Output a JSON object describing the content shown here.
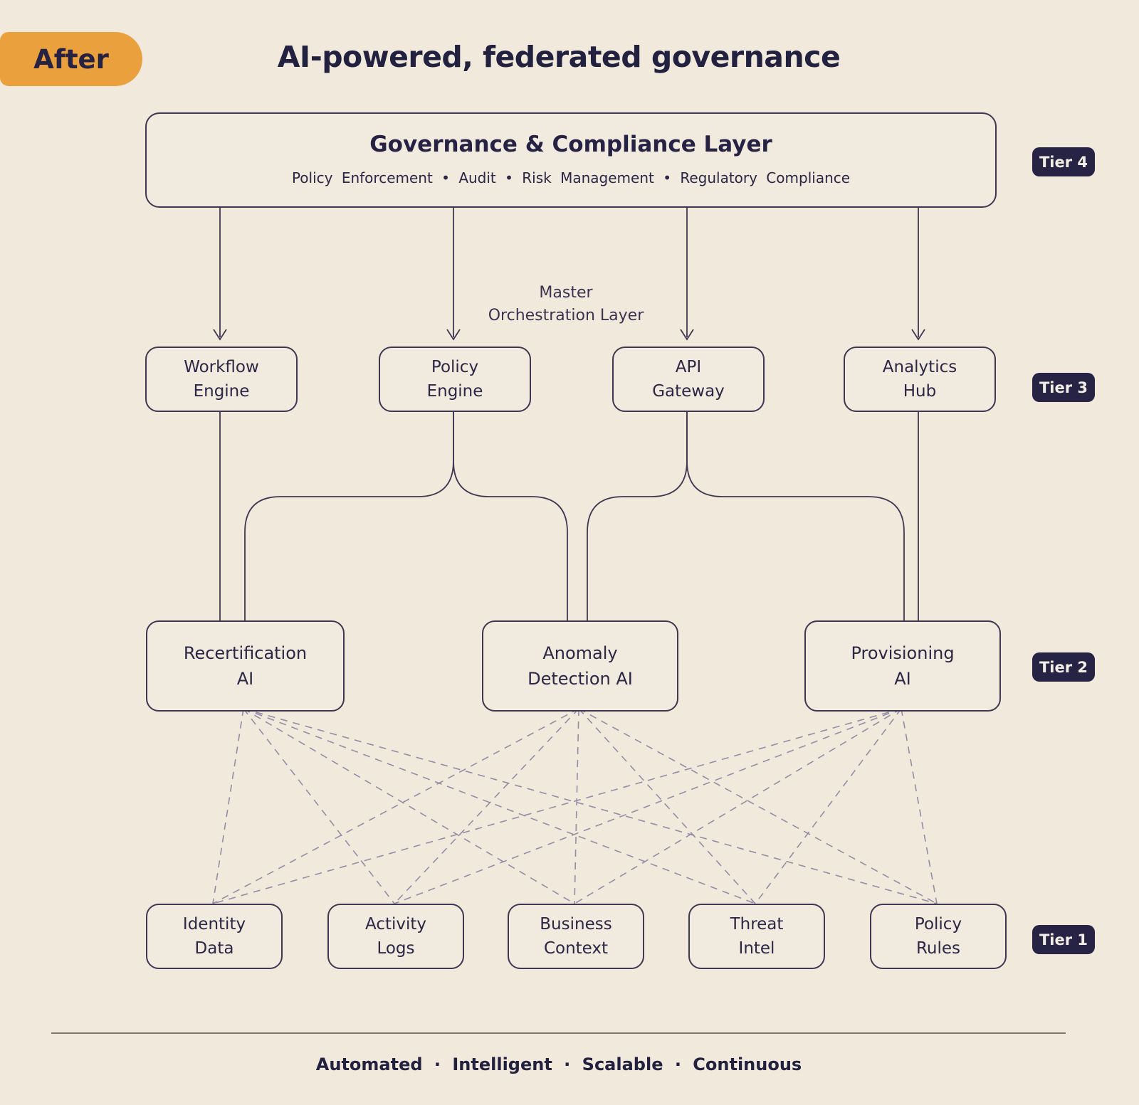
{
  "badge": {
    "label": "After"
  },
  "title": "AI-powered, federated governance",
  "tier4": {
    "badge": "Tier 4",
    "box": {
      "title": "Governance & Compliance Layer",
      "subtitle": "Policy Enforcement • Audit • Risk Management • Regulatory Compliance"
    }
  },
  "orchestration": {
    "line1": "Master",
    "line2": "Orchestration Layer"
  },
  "tier3": {
    "badge": "Tier 3",
    "boxes": [
      {
        "line1": "Workflow",
        "line2": "Engine"
      },
      {
        "line1": "Policy",
        "line2": "Engine"
      },
      {
        "line1": "API",
        "line2": "Gateway"
      },
      {
        "line1": "Analytics",
        "line2": "Hub"
      }
    ]
  },
  "tier2": {
    "badge": "Tier 2",
    "boxes": [
      {
        "line1": "Recertification",
        "line2": "AI"
      },
      {
        "line1": "Anomaly",
        "line2": "Detection AI"
      },
      {
        "line1": "Provisioning",
        "line2": "AI"
      }
    ]
  },
  "tier1": {
    "badge": "Tier 1",
    "boxes": [
      {
        "line1": "Identity",
        "line2": "Data"
      },
      {
        "line1": "Activity",
        "line2": "Logs"
      },
      {
        "line1": "Business",
        "line2": "Context"
      },
      {
        "line1": "Threat",
        "line2": "Intel"
      },
      {
        "line1": "Policy",
        "line2": "Rules"
      }
    ]
  },
  "footer": "Automated · Intelligent · Scalable · Continuous",
  "colors": {
    "background": "#F0E9DC",
    "accent_orange": "#EBA03E",
    "text_navy": "#232140",
    "box_border": "#3E3853",
    "tier_badge_bg": "#272345",
    "tier_badge_text": "#F3EFE6",
    "solid_line": "#3E3853",
    "dashed_line": "#938DA6"
  }
}
